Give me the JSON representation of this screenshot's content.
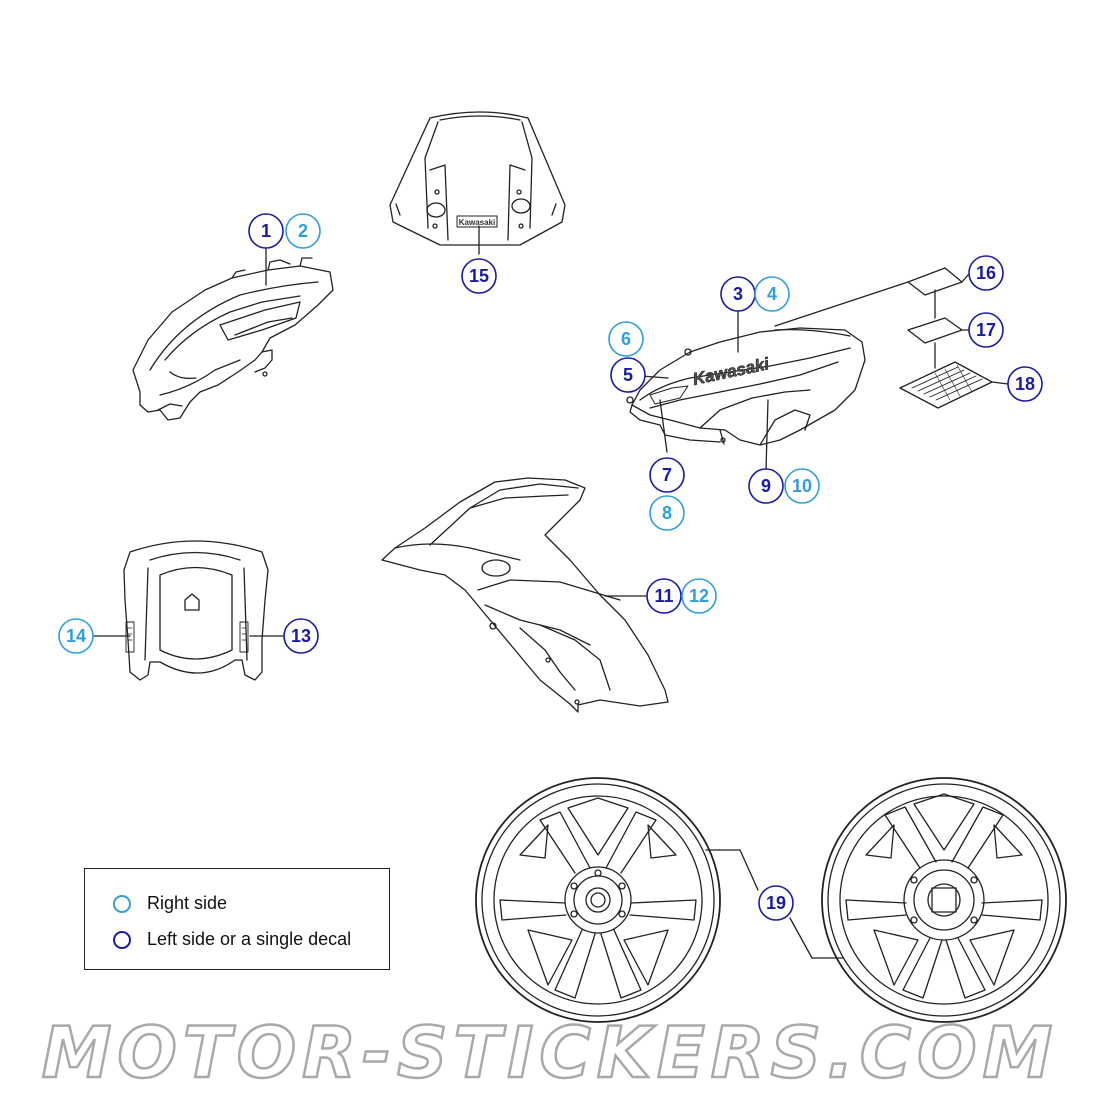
{
  "colors": {
    "right_side": "#2f9ee0",
    "left_side": "#1a1aa8",
    "line": "#222222"
  },
  "parts": {
    "windscreen_logo": "Kawasaki",
    "tank_logo": "Kawasaki"
  },
  "callouts": [
    {
      "id": "c1",
      "num": "1",
      "side": "left"
    },
    {
      "id": "c2",
      "num": "2",
      "side": "right"
    },
    {
      "id": "c3",
      "num": "3",
      "side": "left"
    },
    {
      "id": "c4",
      "num": "4",
      "side": "right"
    },
    {
      "id": "c5",
      "num": "5",
      "side": "left"
    },
    {
      "id": "c6",
      "num": "6",
      "side": "right"
    },
    {
      "id": "c7",
      "num": "7",
      "side": "left"
    },
    {
      "id": "c8",
      "num": "8",
      "side": "right"
    },
    {
      "id": "c9",
      "num": "9",
      "side": "left"
    },
    {
      "id": "c10",
      "num": "10",
      "side": "right"
    },
    {
      "id": "c11",
      "num": "11",
      "side": "left"
    },
    {
      "id": "c12",
      "num": "12",
      "side": "right"
    },
    {
      "id": "c13",
      "num": "13",
      "side": "left"
    },
    {
      "id": "c14",
      "num": "14",
      "side": "right"
    },
    {
      "id": "c15",
      "num": "15",
      "side": "left"
    },
    {
      "id": "c16",
      "num": "16",
      "side": "left"
    },
    {
      "id": "c17",
      "num": "17",
      "side": "left"
    },
    {
      "id": "c18",
      "num": "18",
      "side": "left"
    },
    {
      "id": "c19",
      "num": "19",
      "side": "left"
    }
  ],
  "legend": {
    "right_label": "Right side",
    "left_label": "Left side or a single decal"
  },
  "watermark": "MOTOR-STICKERS.COM"
}
